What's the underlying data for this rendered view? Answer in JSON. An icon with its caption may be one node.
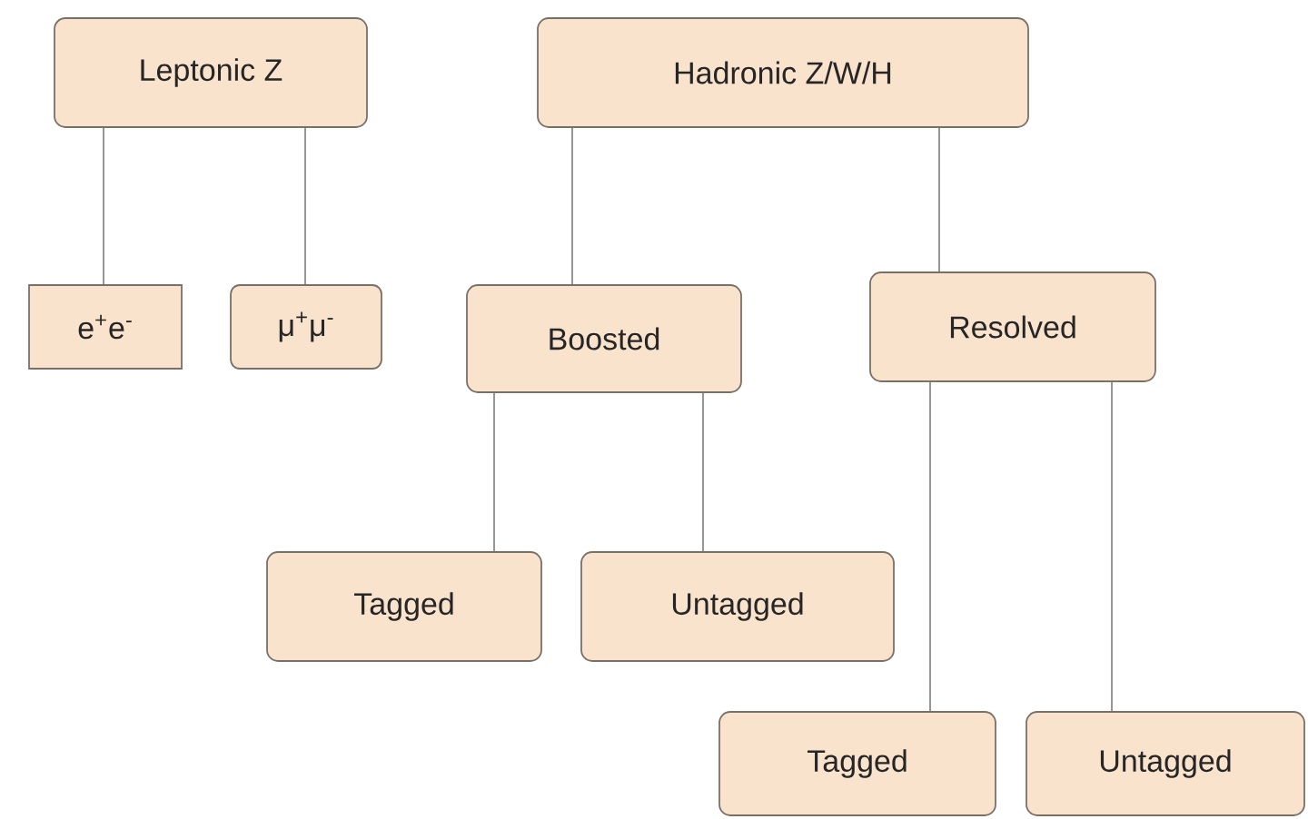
{
  "diagram": {
    "nodes": [
      {
        "text": [
          "Leptonic Z"
        ]
      },
      {
        "text": [
          "Hadronic Z/W/H"
        ]
      },
      {
        "text": [
          "e$^{+}$e$^{-}$"
        ]
      },
      {
        "text": [
          "μ$^{+}$μ$^{-}$"
        ]
      },
      {
        "text": [
          "Boosted"
        ]
      },
      {
        "text": [
          "Resolved"
        ]
      },
      {
        "text": [
          "Tagged"
        ]
      },
      {
        "text": [
          "Untagged"
        ]
      },
      {
        "text": [
          "Tagged"
        ]
      },
      {
        "text": [
          "Untagged"
        ]
      }
    ],
    "edges": [
      {
        "from": 0,
        "to": 2,
        "arrow": "none"
      },
      {
        "from": 0,
        "to": 3,
        "arrow": "none"
      },
      {
        "from": 1,
        "to": 4,
        "arrow": "none"
      },
      {
        "from": 1,
        "to": 5,
        "arrow": "none"
      },
      {
        "from": 4,
        "to": 6,
        "arrow": "none"
      },
      {
        "from": 4,
        "to": 7,
        "arrow": "none"
      },
      {
        "from": 5,
        "to": 8,
        "arrow": "none"
      },
      {
        "from": 5,
        "to": 9,
        "arrow": "none"
      }
    ]
  }
}
